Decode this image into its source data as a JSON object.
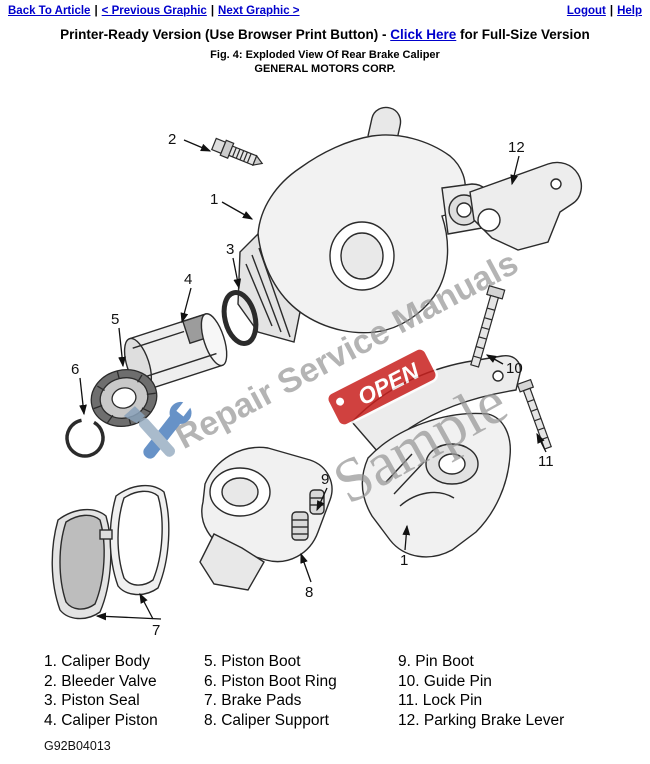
{
  "nav": {
    "separator": "|",
    "back_to_article": "Back To Article",
    "previous_graphic": "< Previous Graphic",
    "next_graphic": "Next Graphic >",
    "logout": "Logout",
    "help": "Help"
  },
  "header": {
    "printer_ready_prefix": "Printer-Ready Version (Use Browser Print Button) - ",
    "click_here_label": "Click Here",
    "printer_ready_suffix": " for Full-Size Version",
    "figure_title": "Fig. 4: Exploded View Of Rear Brake Caliper",
    "company": "GENERAL MOTORS CORP."
  },
  "diagram": {
    "callouts": [
      "1",
      "2",
      "3",
      "4",
      "5",
      "6",
      "7",
      "8",
      "9",
      "10",
      "11",
      "12"
    ],
    "watermark": {
      "line1": "Repair Service Manuals",
      "sample": "Sample",
      "badge": "OPEN",
      "badge_color": "#c8201e",
      "watermark_color": "#939393"
    }
  },
  "legend": {
    "columns": [
      [
        "1. Caliper Body",
        "2. Bleeder Valve",
        "3. Piston Seal",
        "4. Caliper Piston"
      ],
      [
        "5. Piston Boot",
        "6. Piston Boot Ring",
        "7. Brake Pads",
        "8. Caliper Support"
      ],
      [
        "9. Pin Boot",
        "10. Guide Pin",
        "11. Lock Pin",
        "12. Parking Brake Lever"
      ]
    ]
  },
  "footer": {
    "figure_code": "G92B04013"
  }
}
